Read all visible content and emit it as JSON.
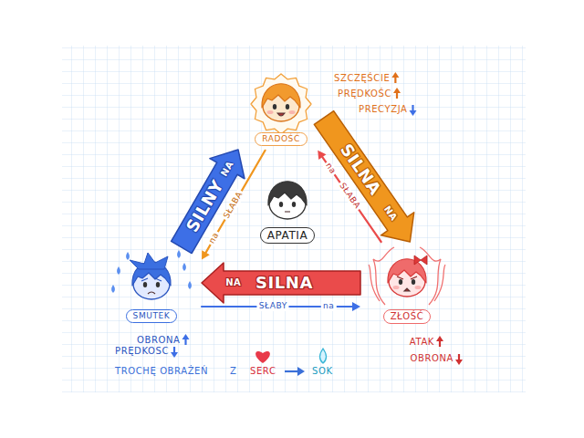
{
  "diagram": {
    "nodes": [
      {
        "text": [
          "RADOŚĆ"
        ]
      },
      {
        "text": [
          "APATIA"
        ]
      },
      {
        "text": [
          "SMUTEK"
        ]
      },
      {
        "text": [
          "ZŁOŚĆ"
        ]
      }
    ],
    "edges": [
      {
        "from": 2,
        "to": 0,
        "arrow": "to",
        "label": "SILNY"
      },
      {
        "from": 0,
        "to": 3,
        "arrow": "to",
        "label": "SILNA"
      },
      {
        "from": 3,
        "to": 2,
        "arrow": "to",
        "label": "SILNA"
      },
      {
        "from": 0,
        "to": 2,
        "arrow": "to",
        "label": "SŁABA"
      },
      {
        "from": 3,
        "to": 0,
        "arrow": "to",
        "label": "SŁABA"
      },
      {
        "from": 2,
        "to": 3,
        "arrow": "to",
        "label": "SŁABY"
      }
    ],
    "labels": [
      "SZCZĘŚCIE",
      "PRĘDKOŚC",
      "PRECYZJA",
      "NA",
      "na",
      "NA",
      "na",
      "NA",
      "na",
      "OBRONA",
      "ATAK",
      "PRĘDKOSC",
      "OBRONA",
      "TROCHĘ OBRAŻEŃ",
      "Z",
      "SERC",
      "SOK"
    ]
  }
}
